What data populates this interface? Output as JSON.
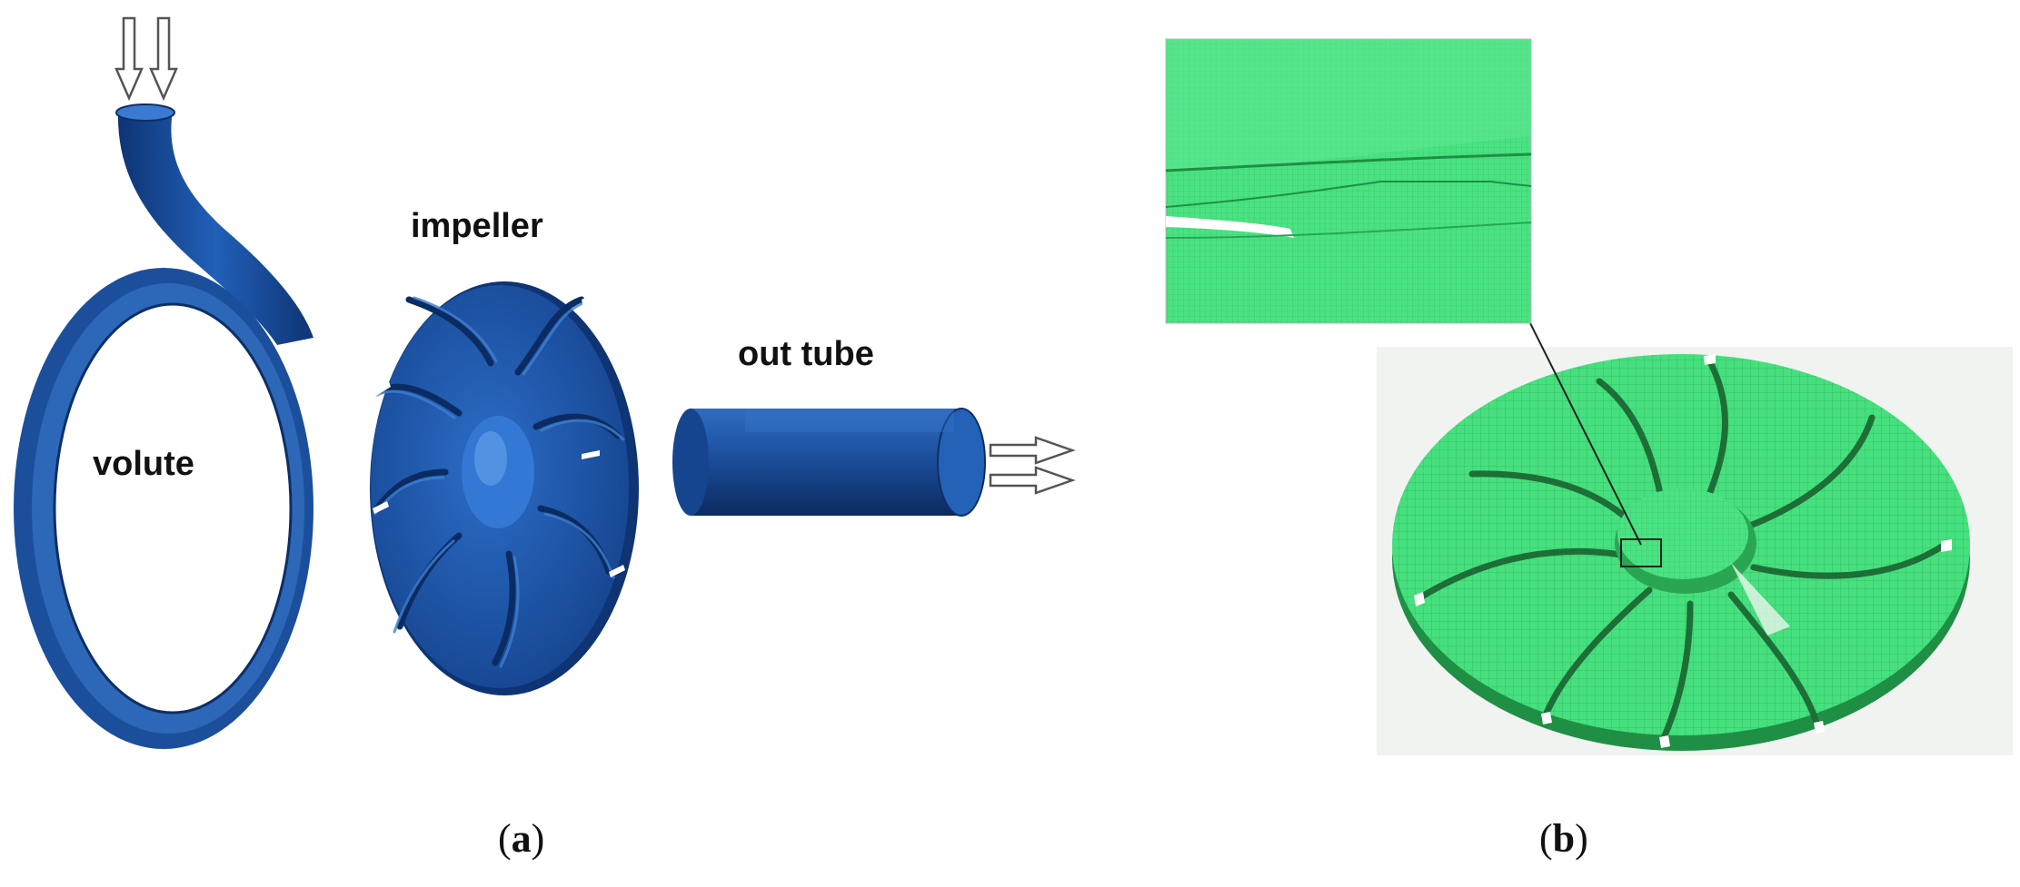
{
  "panel_a": {
    "labels": {
      "impeller": "impeller",
      "volute": "volute",
      "out_tube": "out tube"
    },
    "caption": {
      "open": "(",
      "letter": "a",
      "close": ")"
    },
    "part_color": "#1b4f9c",
    "part_dark": "#0d2f66",
    "part_light": "#3f7fd0",
    "arrow_color": "#555555"
  },
  "panel_b": {
    "caption": {
      "open": "(",
      "letter": "b",
      "close": ")"
    },
    "mesh_color": "#46e07e",
    "mesh_dark": "#1f8f45",
    "mesh_line": "#2aa653"
  }
}
